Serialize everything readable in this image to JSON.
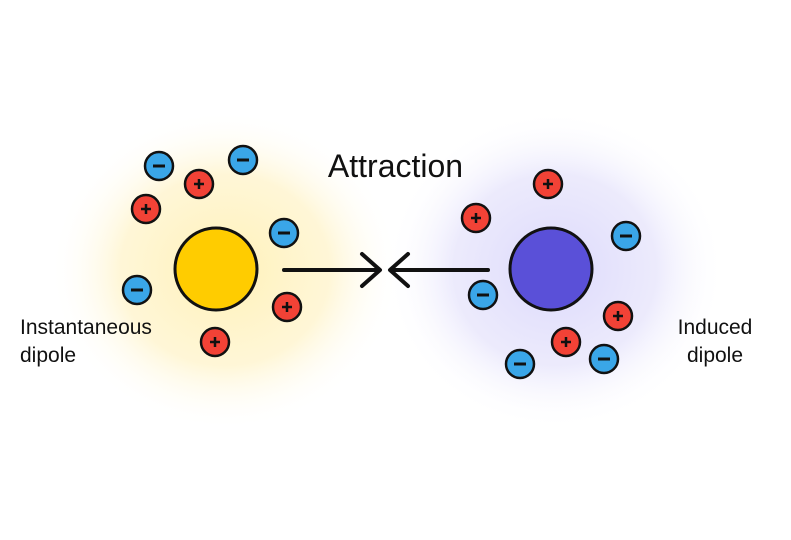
{
  "title": "Attraction",
  "instantaneous": {
    "label_line1": "Instantaneous",
    "label_line2": "dipole"
  },
  "induced": {
    "label_line1": "Induced",
    "label_line2": "dipole"
  },
  "colors": {
    "instantaneous_core": "#ffcc00",
    "instantaneous_halo": "#fff2c2",
    "induced_core": "#5a50d8",
    "induced_halo": "#e4e2fb",
    "positive_charge": "#f24236",
    "negative_charge": "#3aa6e8",
    "outline": "#111111"
  },
  "charge_symbols": {
    "positive": "+",
    "negative": "−"
  },
  "icons": {
    "arrow_right": "arrow-right-icon",
    "arrow_left": "arrow-left-icon"
  }
}
